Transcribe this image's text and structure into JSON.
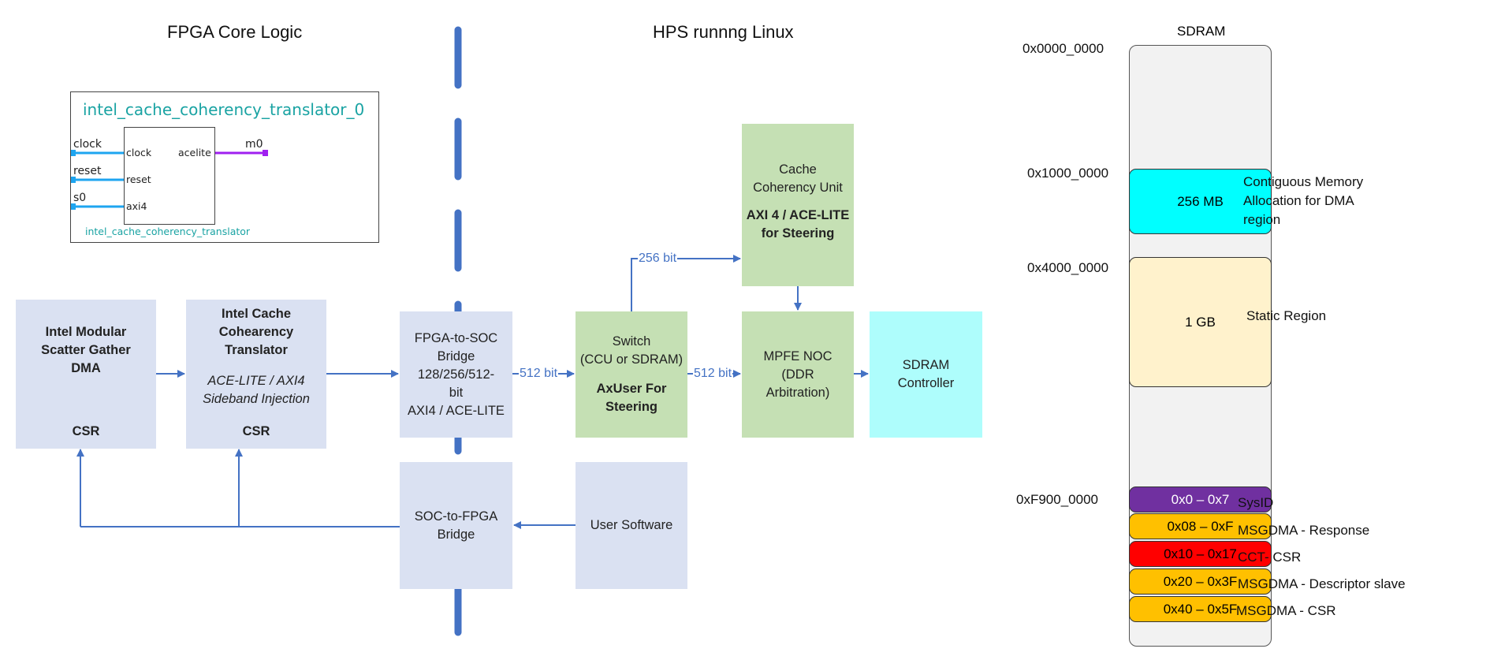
{
  "sections": {
    "fpga_title": "FPGA Core Logic",
    "hps_title": "HPS runnng Linux"
  },
  "ip_component": {
    "instance_name": "intel_cache_coherency_translator_0",
    "module_name": "intel_cache_coherency_translator",
    "left_signals": [
      "clock",
      "reset",
      "s0"
    ],
    "left_ports": [
      "clock",
      "reset",
      "axi4"
    ],
    "right_port": "acelite",
    "right_signal": "m0",
    "colors": {
      "title": "#1aa3a3",
      "input_wire": "#1ea5f0",
      "output_wire": "#a020f0"
    }
  },
  "blocks": {
    "msgdma": {
      "title_lines": [
        "Intel Modular",
        "Scatter Gather",
        "DMA"
      ],
      "footer": "CSR"
    },
    "cct": {
      "title_lines": [
        "Intel Cache",
        "Cohearency",
        "Translator"
      ],
      "italic_lines": [
        "ACE-LITE / AXI4",
        "Sideband Injection"
      ],
      "footer": "CSR"
    },
    "f2s_bridge": {
      "lines": [
        "FPGA-to-SOC",
        "Bridge",
        "128/256/512-",
        "bit",
        "AXI4 / ACE-LITE"
      ]
    },
    "switch": {
      "lines": [
        "Switch",
        "(CCU or SDRAM)"
      ],
      "bold_lines": [
        "AxUser For",
        "Steering"
      ]
    },
    "ccu": {
      "lines": [
        "Cache",
        "Coherency Unit"
      ],
      "bold_lines": [
        "AXI 4 / ACE-LITE",
        "for Steering"
      ]
    },
    "mpfe": {
      "lines": [
        "MPFE NOC",
        "(DDR",
        "Arbitration)"
      ]
    },
    "sdram_ctrl": {
      "lines": [
        "SDRAM",
        "Controller"
      ]
    },
    "s2f_bridge": {
      "lines": [
        "SOC-to-FPGA",
        "Bridge"
      ]
    },
    "user_sw": {
      "lines": [
        "User Software"
      ]
    }
  },
  "link_labels": {
    "bridge_to_switch": "512 bit",
    "switch_to_mpfe": "512 bit",
    "switch_to_ccu": "256 bit"
  },
  "memory_map": {
    "title": "SDRAM",
    "addresses": [
      "0x0000_0000",
      "0x1000_0000",
      "0x4000_0000",
      "0xF900_0000"
    ],
    "regions": [
      {
        "label": "256 MB",
        "description_lines": [
          "Contiguous Memory",
          "Allocation for DMA",
          "region"
        ],
        "color": "#00ffff"
      },
      {
        "label": "1 GB",
        "description_lines": [
          "Static Region"
        ],
        "color": "#fff2cc"
      }
    ],
    "registers": [
      {
        "range": "0x0 – 0x7",
        "name": "SysID",
        "color": "#7030a0"
      },
      {
        "range": "0x08 – 0xF",
        "name": "MSGDMA - Response",
        "color": "#ffc000"
      },
      {
        "range": "0x10 – 0x17",
        "name": "CCT- CSR",
        "color": "#ff0000"
      },
      {
        "range": "0x20 – 0x3F",
        "name": "MSGDMA - Descriptor slave",
        "color": "#ffc000"
      },
      {
        "range": "0x40 – 0x5F",
        "name": "MSGDMA - CSR",
        "color": "#ffc000"
      }
    ]
  },
  "colors": {
    "connector": "#4472c4",
    "block_lavender": "#dae1f2",
    "block_green": "#c5e0b4",
    "block_cyan": "#aefdfc"
  }
}
